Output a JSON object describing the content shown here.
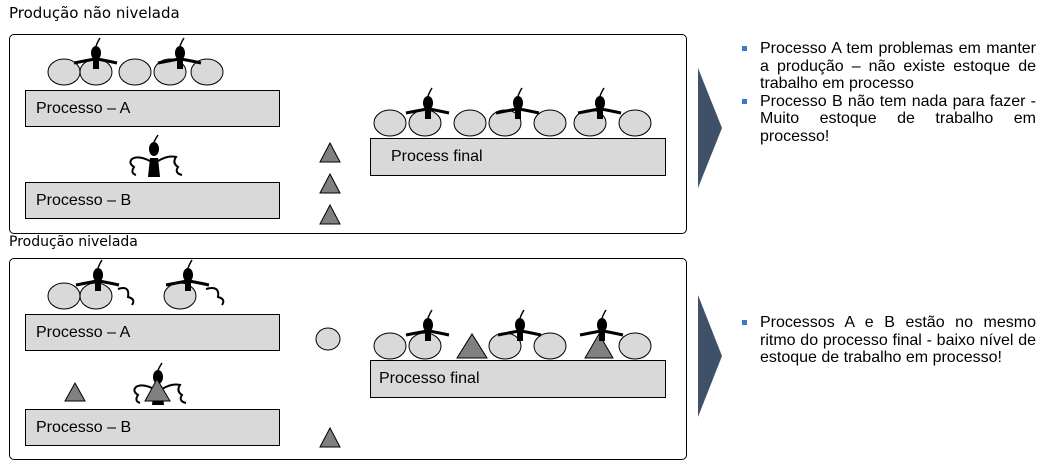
{
  "colors": {
    "box_fill": "#d9d9d9",
    "triangle_fill": "#808080",
    "chevron_fill": "#3f5168",
    "bullet": "#3c78c8"
  },
  "sections": {
    "unleveled": {
      "title": "Produção não nivelada",
      "process_a": "Processo – A",
      "process_b": "Processo – B",
      "final": "Process final",
      "notes": [
        "Processo A tem problemas em manter a produção – não existe estoque de trabalho em processo",
        "Processo B não tem nada para fazer - Muito estoque de trabalho em processo!"
      ]
    },
    "leveled": {
      "title": "Produção nivelada",
      "process_a": "Processo – A",
      "process_b": "Processo – B",
      "final": "Processo final",
      "notes": [
        "Processos A e B estão no mesmo ritmo do processo final - baixo nível de estoque de trabalho em processo!"
      ]
    }
  }
}
